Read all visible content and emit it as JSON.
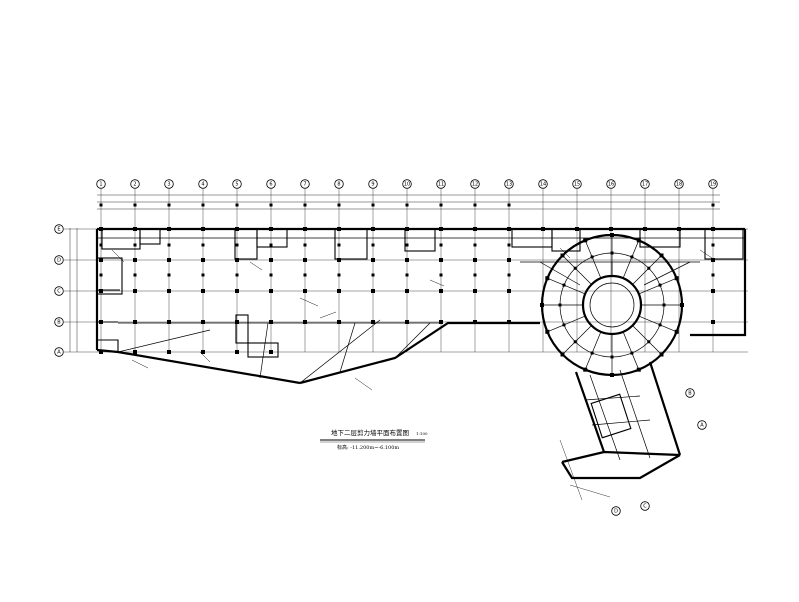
{
  "drawing": {
    "title": "地下二层剪力墙平面布置图",
    "scale": "1:100",
    "elevation": "标高: -11.200m~-6.100m"
  },
  "axes": {
    "numbered": [
      "1",
      "2",
      "3",
      "4",
      "5",
      "6",
      "7",
      "8",
      "9",
      "10",
      "11",
      "12",
      "13",
      "14",
      "15",
      "16",
      "17",
      "18",
      "19"
    ],
    "lettered": [
      "E",
      "D",
      "C",
      "B",
      "A"
    ],
    "wing": [
      "A",
      "B",
      "C",
      "D"
    ]
  }
}
